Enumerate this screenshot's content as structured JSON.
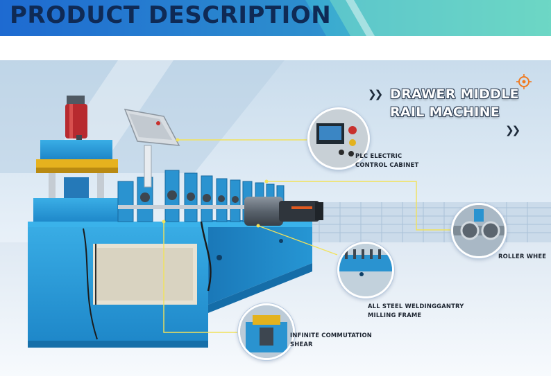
{
  "banner": {
    "title": "PRODUCT DESCRIPTION",
    "colors": {
      "left": "#1f6fd6",
      "right": "#5fd0c0",
      "text": "#0f2a55"
    }
  },
  "hero": {
    "headline_line1": "DRAWER MIDDLE",
    "headline_line2": "RAIL MACHINE",
    "accent_color": "#f2e25a",
    "machine_color": "#2a9ad8"
  },
  "callouts": {
    "plc": {
      "line1": "PLC ELECTRIC",
      "line2": "CONTROL CABINET"
    },
    "roller": {
      "line1": "ROLLER WHEE"
    },
    "frame": {
      "line1": "ALL STEEL WELDINGGANTRY",
      "line2": "MILLING FRAME"
    },
    "shear": {
      "line1": "INFINITE COMMUTATION",
      "line2": "SHEAR"
    }
  },
  "icons": [
    "chevron-right-icon",
    "crosshair-target-icon"
  ]
}
